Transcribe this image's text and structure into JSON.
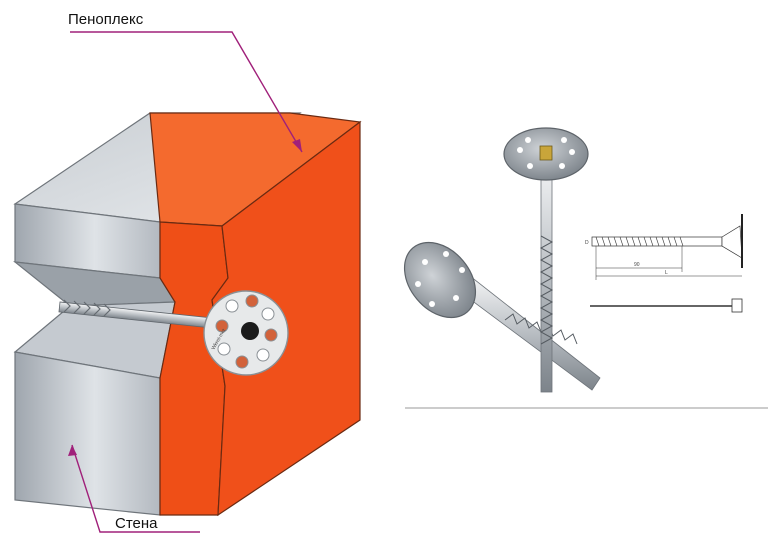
{
  "labels": {
    "insulation": "Пеноплекс",
    "wall": "Стена"
  },
  "dowel_brand": "Wkret-met",
  "drawing_dims": {
    "length_a": "90",
    "length_total": "L",
    "diameter": "D"
  },
  "colors": {
    "insulation": "#f0501a",
    "insulation_side": "#d8400f",
    "wall_front": "#b8bec6",
    "wall_top": "#d6dade",
    "leader": "#a0207a",
    "metal": "#a8aeb4"
  }
}
